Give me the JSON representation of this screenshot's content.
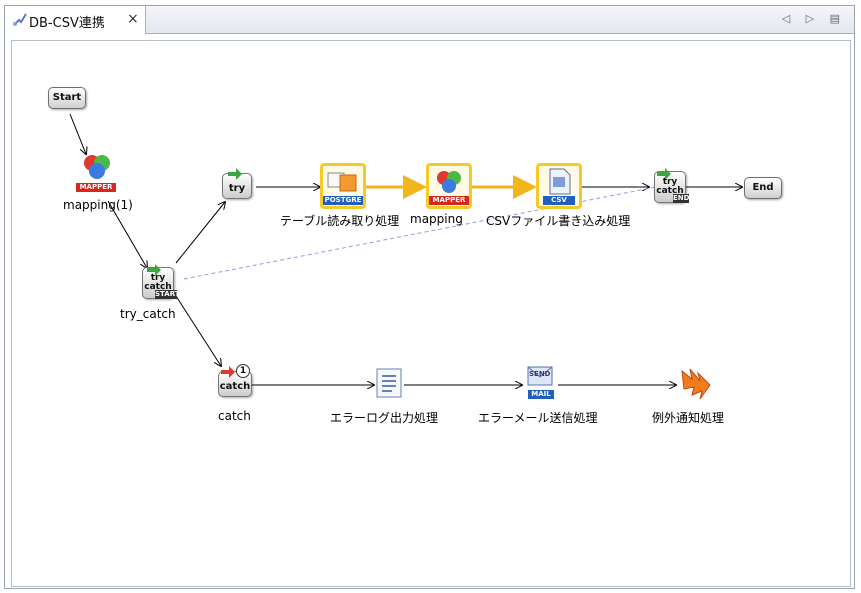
{
  "tab": {
    "title": "DB-CSV連携",
    "close": "×"
  },
  "view_menu": "◁ ▷ ▤",
  "nodes": {
    "start": {
      "label": "Start"
    },
    "mapping1": {
      "label": "mapping(1)",
      "badge": "MAPPER"
    },
    "try_catch": {
      "label": "try_catch",
      "icon_text": "try catch",
      "badge": "START"
    },
    "try": {
      "icon_text": "try"
    },
    "table_read": {
      "label": "テーブル読み取り処理",
      "badge": "POSTGRE"
    },
    "mapping": {
      "label": "mapping",
      "badge": "MAPPER"
    },
    "csv_write": {
      "label": "CSVファイル書き込み処理",
      "badge": "CSV"
    },
    "try_catch_end": {
      "icon_text": "try catch",
      "badge": "END"
    },
    "end": {
      "label": "End"
    },
    "catch": {
      "label": "catch",
      "icon_text": "catch",
      "number": "1"
    },
    "error_log": {
      "label": "エラーログ出力処理"
    },
    "error_mail": {
      "label": "エラーメール送信処理",
      "icon_text": "SEND",
      "badge": "MAIL"
    },
    "exception": {
      "label": "例外通知処理"
    }
  },
  "colors": {
    "selection": "#f7c928",
    "mapper_badge": "#d9261c",
    "db_badge": "#1f5fbf",
    "mail_badge": "#1f5fbf",
    "edge": "#000000",
    "highlight_edge": "#f2b51c",
    "dashed": "#8f9fe0"
  }
}
